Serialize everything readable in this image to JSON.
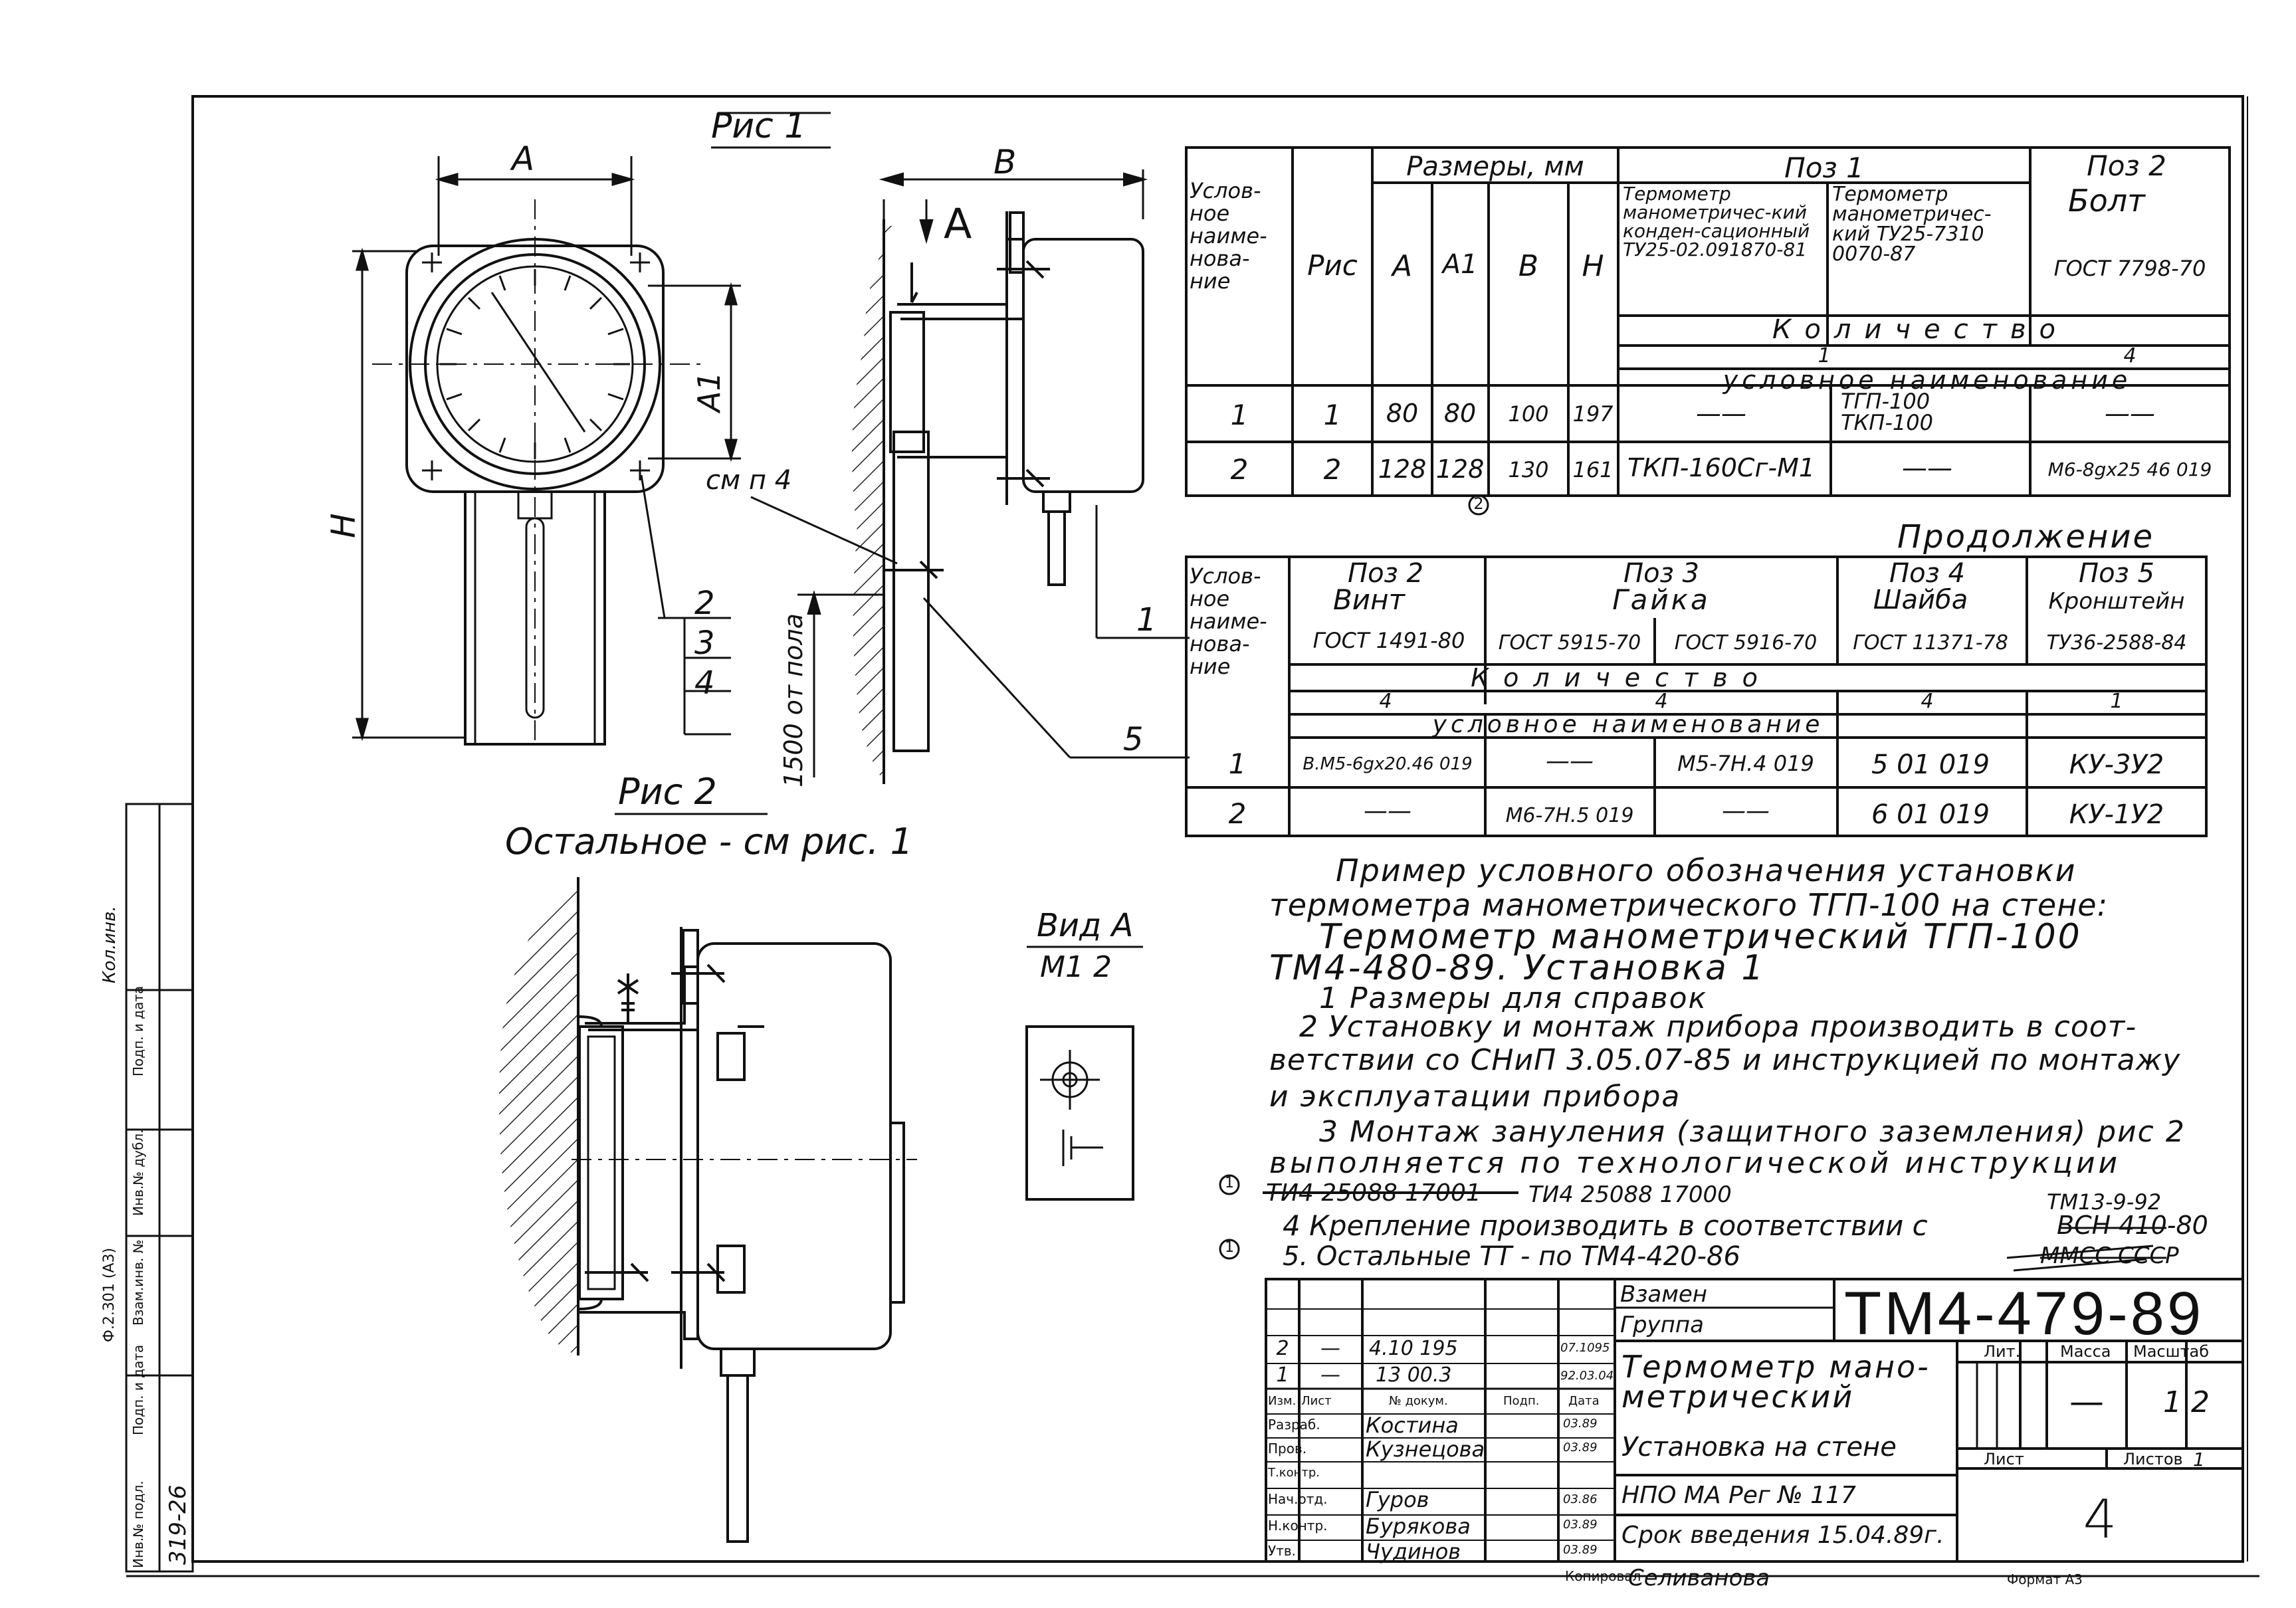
{
  "figures": {
    "fig1_title": "Рис 1",
    "fig2_title": "Рис 2",
    "fig2_subtitle": "Остальное - см рис. 1",
    "view_a_title": "Вид А",
    "view_a_scale": "М1 2",
    "dim_A": "A",
    "dim_A1": "A1",
    "dim_B": "B",
    "dim_H": "H",
    "arrow_A": "A",
    "wall_height": "1500 от пола",
    "note_ref": "cм п 4",
    "callouts": [
      "2",
      "3",
      "4",
      "1",
      "5"
    ]
  },
  "table1": {
    "header_col": "Услов-ное наиме-нова-ние",
    "header_fig": "Рис",
    "header_sizes": "Размеры, мм",
    "size_cols": [
      "A",
      "A1",
      "B",
      "H"
    ],
    "pos1": "Поз 1",
    "pos1_a": "Термометр манометричес-кий конден-сационный ТУ25-02.091870-81",
    "pos1_b": "Термометр манометричес-кий ТУ25-7310 0070-87",
    "pos2": "Поз 2",
    "pos2_name": "Болт",
    "pos2_std": "ГОСТ 7798-70",
    "quantity": "Количество",
    "qty_1": "1",
    "qty_4": "4",
    "cond_name": "условное наименование",
    "rows": [
      {
        "name": "1",
        "fig": "1",
        "A": "80",
        "A1": "80",
        "B": "100",
        "H": "197",
        "p1a": "——",
        "p1b": "ТГП-100 ТКП-100",
        "p2": "——"
      },
      {
        "name": "2",
        "fig": "2",
        "A": "128",
        "A1": "128",
        "B": "130",
        "H": "161",
        "p1a": "ТКП-160Сг-М1",
        "p1b": "——",
        "p2": "М6-8gx25 46 019"
      }
    ],
    "rev_mark": "2"
  },
  "continuation": "Продолжение",
  "table2": {
    "header_col": "Услов-ное наиме-нова-ние",
    "pos2": "Поз 2",
    "pos2_name": "Винт",
    "pos2_std": "ГОСТ 1491-80",
    "pos3": "Поз 3",
    "pos3_name": "Гайка",
    "pos3_std_a": "ГОСТ 5915-70",
    "pos3_std_b": "ГОСТ 5916-70",
    "pos4": "Поз 4",
    "pos4_name": "Шайба",
    "pos4_std": "ГОСТ 11371-78",
    "pos5": "Поз 5",
    "pos5_name": "Кронштейн",
    "pos5_std": "ТУ36-2588-84",
    "quantity": "Количество",
    "qty": [
      "4",
      "4",
      "4",
      "1"
    ],
    "cond_name": "условное наименование",
    "rows": [
      {
        "name": "1",
        "p2": "В.М5-6gx20.46 019",
        "p3a": "——",
        "p3b": "М5-7Н.4 019",
        "p4": "5 01 019",
        "p5": "КУ-3У2"
      },
      {
        "name": "2",
        "p2": "——",
        "p3a": "М6-7Н.5 019",
        "p3b": "——",
        "p4": "6 01 019",
        "p5": "КУ-1У2"
      }
    ]
  },
  "notes": {
    "example_1": "Пример условного обозначения установки",
    "example_2": "термометра манометрического ТГП-100 на стене:",
    "example_3": "Термометр манометрический ТГП-100",
    "example_4": "ТМ4-480-89. Установка 1",
    "n1": "1 Размеры для справок",
    "n2a": "2 Установку и монтаж прибора производить в соот-",
    "n2b": "ветствии со СНиП 3.05.07-85 и инструкцией по монтажу",
    "n2c": "и эксплуатации прибора",
    "n3a": "3 Монтаж зануления (защитного заземления) рис 2",
    "n3b": "выполняется по технологической инструкции",
    "n3c_struck": "ТИ4 25088 17001",
    "n3c": "ТИ4 25088 17000",
    "n4": "4 Крепление производить в соответствии с",
    "n4_new": "ТМ13-9-92",
    "n4_struck": "ВСН 410-80",
    "n4_struck2": "ММСС СССР",
    "n5": "5. Остальные ТТ - по ТМ4-420-86",
    "rev_circle": "1"
  },
  "stamp": {
    "code": "ТМ4-479-89",
    "replaces": "Взамен",
    "group": "Группа",
    "title1": "Термометр мано-",
    "title2": "метрический",
    "subtitle": "Установка на стене",
    "org": "НПО МА Рег № 117",
    "date_intro": "Срок введения 15.04.89г.",
    "lit_label": "Лит.",
    "mass_label": "Масса",
    "scale_label": "Масштаб",
    "mass": "—",
    "scale": "1 2",
    "sheet_label": "Лист",
    "sheets_label": "Листов",
    "sheets": "1",
    "sheet_num": "4",
    "rev_rows": [
      {
        "ch": "2",
        "sh": "—",
        "doc": "4.10 195",
        "date": "07.1095"
      },
      {
        "ch": "1",
        "sh": "—",
        "doc": "13 00.3",
        "date": "92.03.04"
      }
    ],
    "col_headers": [
      "Изм.",
      "Лист",
      "№ докум.",
      "Подп.",
      "Дата"
    ],
    "people": [
      {
        "role": "Разраб.",
        "name": "Костина",
        "date": "03.89"
      },
      {
        "role": "Пров.",
        "name": "Кузнецова",
        "date": "03.89"
      },
      {
        "role": "Т.контр.",
        "name": "",
        "date": ""
      },
      {
        "role": "Нач.отд.",
        "name": "Гуров",
        "date": "03.86"
      },
      {
        "role": "Н.контр.",
        "name": "Бурякова",
        "date": "03.89"
      },
      {
        "role": "Утв.",
        "name": "Чудинов",
        "date": "03.89"
      }
    ]
  },
  "footer": {
    "copied": "Копировал",
    "copied_by": "Селиванова",
    "format": "Формат А3"
  },
  "side_strip": {
    "inv_no": "Инв.№ подл.",
    "sign_date": "Подп. и дата",
    "replace_inv": "Взам.инв. №",
    "dup_inv": "Инв.№ дубл.",
    "sign_date2": "Подп. и дата",
    "inv_value": "319-26",
    "form": "Ф.2.301 (А3)",
    "handwritten": "Кол.инв."
  }
}
